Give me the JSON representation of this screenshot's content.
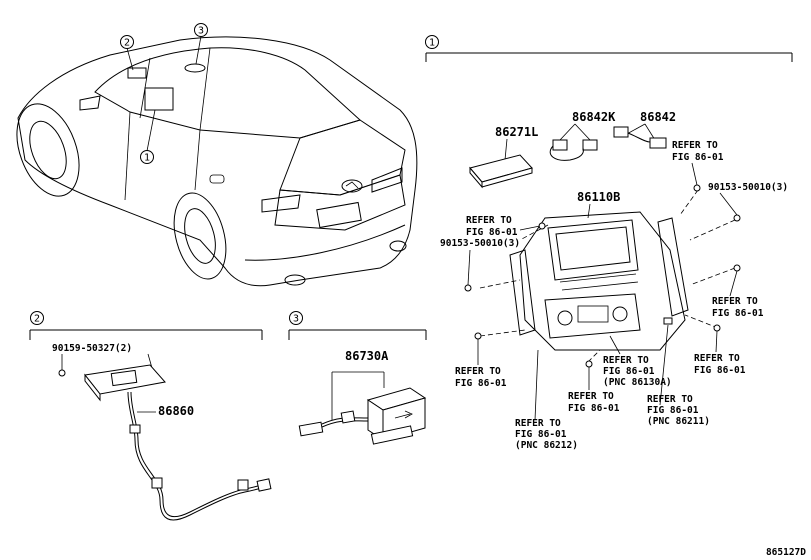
{
  "sections": {
    "s1": "1",
    "s2": "2",
    "s3": "3"
  },
  "car_callouts": [
    "2",
    "3",
    "1"
  ],
  "parts": {
    "p86271L": "86271L",
    "p86842K": "86842K",
    "p86842": "86842",
    "p86110B": "86110B",
    "p86860": "86860",
    "p86730A": "86730A"
  },
  "bolts": {
    "b90153_top": "90153-50010(3)",
    "b90153_left": "90153-50010(3)",
    "b90159": "90159-50327(2)"
  },
  "refs": [
    [
      "REFER TO",
      "FIG 86-01"
    ],
    [
      "REFER TO",
      "FIG 86-01"
    ],
    [
      "REFER TO",
      "FIG 86-01"
    ],
    [
      "REFER TO",
      "FIG 86-01"
    ],
    [
      "REFER TO",
      "FIG 86-01"
    ],
    [
      "REFER TO",
      "FIG 86-01",
      "(PNC 86130A)"
    ],
    [
      "REFER TO",
      "FIG 86-01"
    ],
    [
      "REFER TO",
      "FIG 86-01",
      "(PNC 86211)"
    ],
    [
      "REFER TO",
      "FIG 86-01",
      "(PNC 86212)"
    ]
  ],
  "diagram_id": "865127D"
}
